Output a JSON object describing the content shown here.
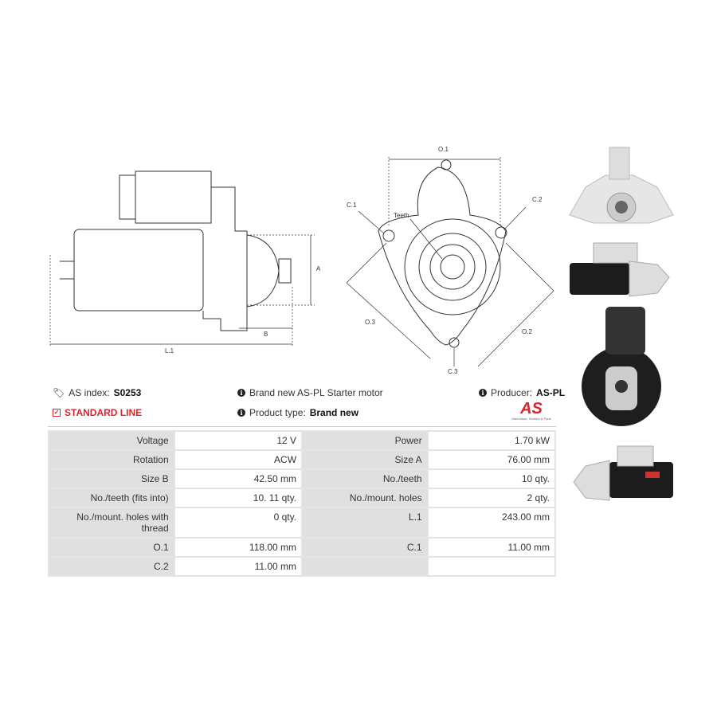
{
  "drawing_labels": {
    "a": "A",
    "b": "B",
    "l1": "L.1",
    "o1": "O.1",
    "o2": "O.2",
    "o3": "O.3",
    "c1": "C.1",
    "c2": "C.2",
    "c3": "C.3",
    "teeth": "Teeth"
  },
  "info": {
    "as_index_label": "AS index:",
    "as_index_value": "S0253",
    "line": "STANDARD LINE",
    "description": "Brand new AS-PL Starter motor",
    "product_type_label": "Product type:",
    "product_type_value": "Brand new",
    "producer_label": "Producer:",
    "producer_value": "AS-PL",
    "logo_text": "AS",
    "logo_tagline": "Alternators, Starters & Parts"
  },
  "colors": {
    "accent": "#d7262e"
  },
  "specs": [
    [
      {
        "k": "Voltage",
        "v": "12 V"
      },
      {
        "k": "Power",
        "v": "1.70 kW"
      }
    ],
    [
      {
        "k": "Rotation",
        "v": "ACW"
      },
      {
        "k": "Size A",
        "v": "76.00 mm"
      }
    ],
    [
      {
        "k": "Size B",
        "v": "42.50 mm"
      },
      {
        "k": "No./teeth",
        "v": "10 qty."
      }
    ],
    [
      {
        "k": "No./teeth (fits into)",
        "v": "10. 11 qty."
      },
      {
        "k": "No./mount. holes",
        "v": "2 qty."
      }
    ],
    [
      {
        "k": "No./mount. holes with thread",
        "v": "0 qty."
      },
      {
        "k": "L.1",
        "v": "243.00 mm"
      }
    ],
    [
      {
        "k": "O.1",
        "v": "118.00 mm"
      },
      {
        "k": "C.1",
        "v": "11.00 mm"
      }
    ],
    [
      {
        "k": "C.2",
        "v": "11.00 mm"
      },
      {
        "k": "",
        "v": ""
      }
    ]
  ]
}
